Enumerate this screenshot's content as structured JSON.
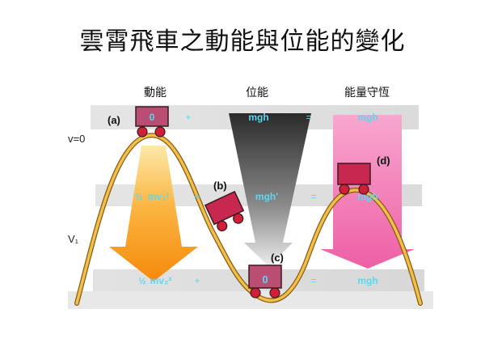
{
  "slide": {
    "title": "雲霄飛車之動能與位能的變化"
  },
  "diagram": {
    "columns": {
      "kinetic": "動能",
      "potential": "位能",
      "conservation": "能量守恆"
    },
    "speed_labels": {
      "top": "v=0",
      "mid": "V₁"
    },
    "cars": {
      "a": "(a)",
      "b": "(b)",
      "c": "(c)",
      "d": "(d)"
    },
    "row_top": {
      "kinetic": "0",
      "plus": "+",
      "potential": "mgh",
      "equals": "=",
      "total": "mgh"
    },
    "row_mid": {
      "kinetic_frac": "½",
      "kinetic": "mv₁²",
      "plus": "+",
      "potential": "mgh'",
      "equals": "=",
      "total": "mgh"
    },
    "row_bottom": {
      "kinetic_frac": "½",
      "kinetic": "mv₂²",
      "plus": "+",
      "potential": "0",
      "equals": "=",
      "total": "mgh"
    },
    "colors": {
      "track": "#e7b13a",
      "car": "#c8284f",
      "car_bottom": "#b94d72",
      "kinetic_cone": "#f7a21b",
      "potential_cone": "#555555",
      "total_arrow": "#f07cb6",
      "formula_text": "#5ad8f0",
      "band": "#d4d4d4"
    }
  }
}
